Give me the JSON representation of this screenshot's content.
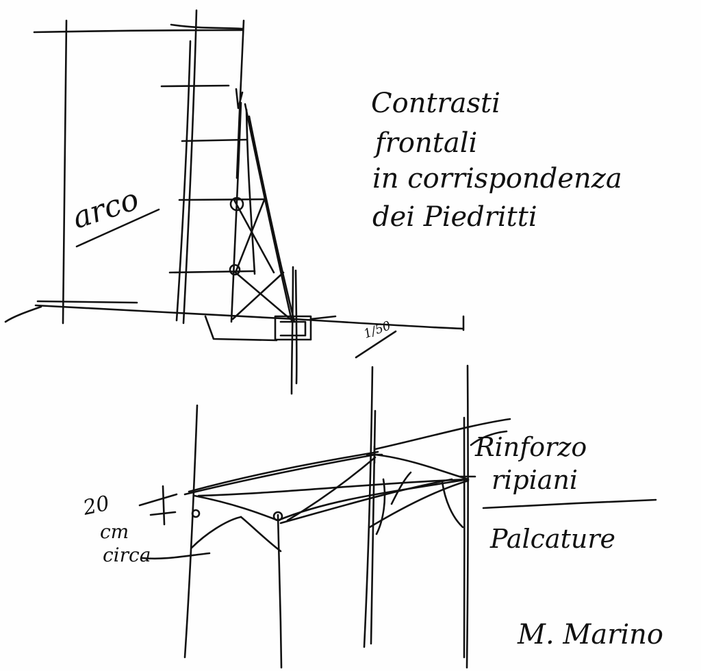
{
  "sketch": {
    "ink_color": "#111111",
    "paper_color": "#fefefe",
    "upper_drawing": {
      "label_arco": "arco",
      "label_scale": "1/50"
    },
    "note": {
      "line1": "Contrasti",
      "line2": "frontali",
      "line3": "in corrispondenza",
      "line4": "dei Piedritti"
    },
    "lower_drawing": {
      "label_left_line1": "20",
      "label_left_line2": "cm",
      "label_left_line3": "circa",
      "label_right_line1": "Rinforzo",
      "label_right_line2": "ripiani",
      "label_right_line3": "Palcature"
    },
    "signature": "M. Marino"
  }
}
